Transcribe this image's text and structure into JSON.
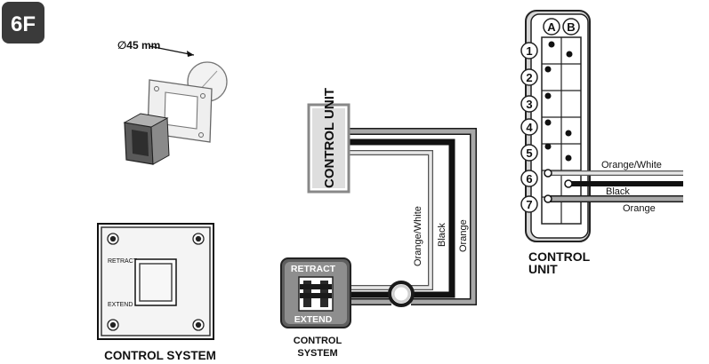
{
  "step_badge": "6F",
  "diameter_label": "∅45 mm",
  "panel": {
    "retract_label": "RETRACT",
    "extend_label": "EXTEND",
    "caption": "CONTROL SYSTEM"
  },
  "control_unit_box_label": "CONTROL UNIT",
  "wiring": {
    "wires": [
      {
        "name": "Orange/White",
        "color": "#d9d9d9"
      },
      {
        "name": "Black",
        "color": "#1a1a1a"
      },
      {
        "name": "Orange",
        "color": "#9a9a9a"
      }
    ]
  },
  "switch_box": {
    "retract_label": "RETRACT",
    "extend_label": "EXTEND",
    "caption_line1": "CONTROL",
    "caption_line2": "SYSTEM"
  },
  "terminal_block": {
    "column_labels": [
      "A",
      "B"
    ],
    "rows": [
      "1",
      "2",
      "3",
      "4",
      "5",
      "6",
      "7"
    ],
    "wire_labels": [
      "Orange/White",
      "Black",
      "Orange"
    ],
    "caption_line1": "CONTROL",
    "caption_line2": "UNIT"
  }
}
